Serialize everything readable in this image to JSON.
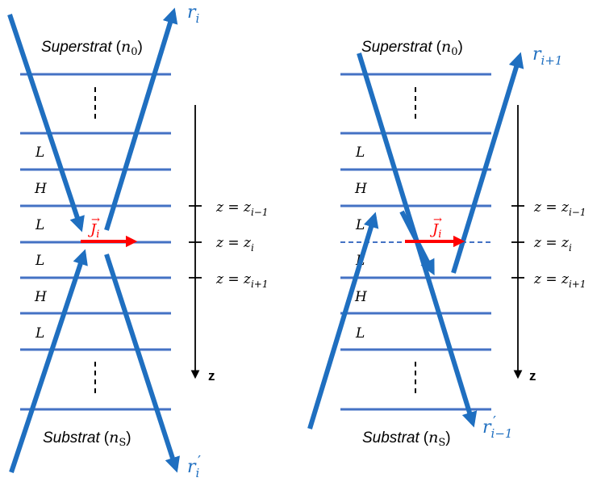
{
  "colors": {
    "layer_line": "#4472C4",
    "ray": "#1F6FC0",
    "current": "#FF0000",
    "text": "#000000",
    "ray_label": "#1F6FC0"
  },
  "left_panel": {
    "superstrate": {
      "word": "Superstrat",
      "open": "(",
      "symbol": "n",
      "sub": "0",
      "close": ")"
    },
    "substrate": {
      "word": "Substrat",
      "open": "(",
      "symbol": "n",
      "sub": "S",
      "close": ")"
    },
    "layers": [
      "L",
      "H",
      "L",
      "L",
      "H",
      "L"
    ],
    "ray_top": {
      "base": "r",
      "sub": "i"
    },
    "ray_bottom": {
      "base": "r",
      "prime": "′",
      "sub": "i"
    },
    "current": {
      "base": "J",
      "vec": "→",
      "sub": "i"
    }
  },
  "right_panel": {
    "superstrate": {
      "word": "Superstrat",
      "open": "(",
      "symbol": "n",
      "sub": "0",
      "close": ")"
    },
    "substrate": {
      "word": "Substrat",
      "open": "(",
      "symbol": "n",
      "sub": "S",
      "close": ")"
    },
    "layers": [
      "L",
      "H",
      "L",
      "L",
      "H",
      "L"
    ],
    "ray_top": {
      "base": "r",
      "sub": "i+1"
    },
    "ray_bottom": {
      "base": "r",
      "prime": "′",
      "sub": "i−1"
    },
    "current": {
      "base": "J",
      "vec": "→",
      "sub": "i"
    }
  },
  "z_axis": {
    "label": "z",
    "ticks": [
      {
        "lhs": "z = z",
        "sub": "i−1"
      },
      {
        "lhs": "z = z",
        "sub": "i"
      },
      {
        "lhs": "z = z",
        "sub": "i+1"
      }
    ]
  },
  "ellipsis": "⋮"
}
